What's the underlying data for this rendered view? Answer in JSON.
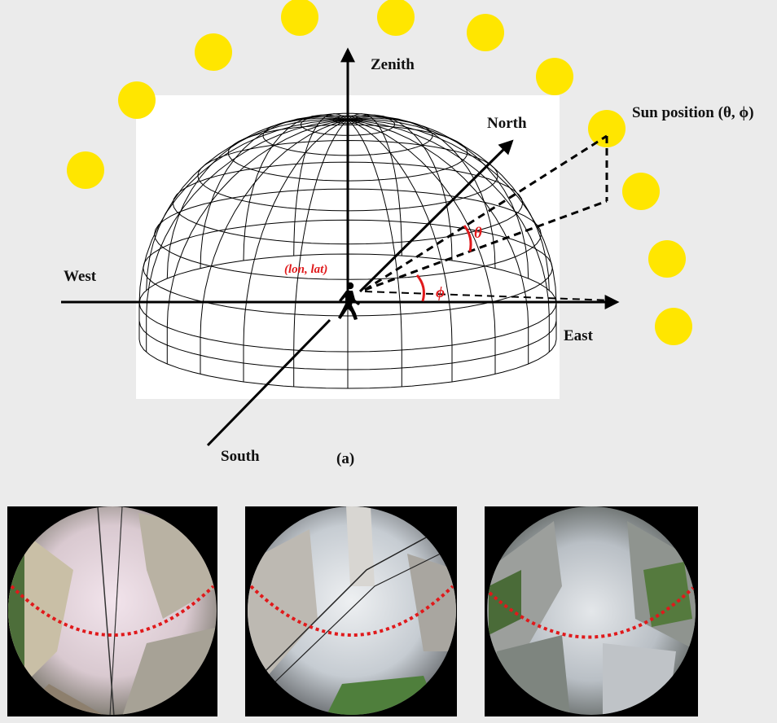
{
  "diagram": {
    "labels": {
      "zenith": "Zenith",
      "north": "North",
      "west": "West",
      "east": "East",
      "south": "South",
      "sun_position": "Sun position (θ, ϕ)",
      "observer": "(lon, lat)",
      "theta": "θ",
      "phi": "ϕ",
      "caption": "(a)"
    },
    "colors": {
      "sun": "#ffe600",
      "angle": "#e0191b",
      "background": "#ebebeb",
      "dome_panel": "#ffffff",
      "sky_arc": "#e0191b"
    },
    "icons": {
      "observer": "pedestrian-icon"
    },
    "sun_count": 11
  },
  "photos": [
    {
      "name": "fisheye-photo-1",
      "scene": "residential street, overcast sky"
    },
    {
      "name": "fisheye-photo-2",
      "scene": "narrow alley with power lines"
    },
    {
      "name": "fisheye-photo-3",
      "scene": "urban canyon with tall buildings"
    }
  ]
}
